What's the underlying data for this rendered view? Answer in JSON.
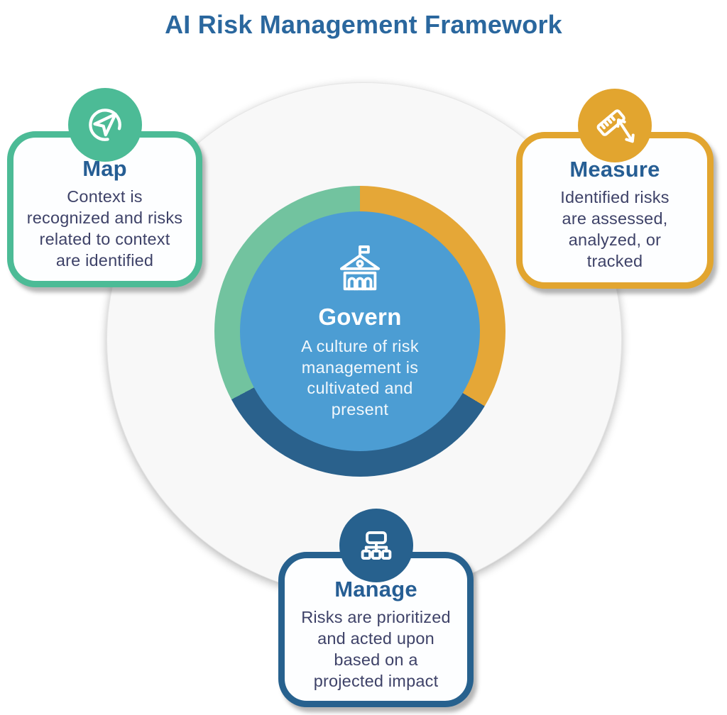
{
  "title": "AI Risk Management Framework",
  "colors": {
    "title_text": "#2A679E",
    "card_heading_text": "#265E94",
    "card_body_text": "#3E4268",
    "background_circle": "#F8F8F8",
    "govern_circle": "#4C9DD3",
    "map_accent": "#4CBB96",
    "measure_accent": "#E2A52F",
    "manage_accent": "#27618E"
  },
  "center": {
    "heading": "Govern",
    "body": "A culture of risk\nmanagement is\ncultivated and\npresent",
    "icon": "government-building-icon"
  },
  "ring": {
    "segments": [
      {
        "label": "measure-segment",
        "color": "#E5A737",
        "start_deg": 0,
        "end_deg": 121
      },
      {
        "label": "manage-segment",
        "color": "#2A618C",
        "start_deg": 121,
        "end_deg": 242
      },
      {
        "label": "map-segment",
        "color": "#72C39F",
        "start_deg": 242,
        "end_deg": 360
      }
    ]
  },
  "cards": [
    {
      "id": "map",
      "heading": "Map",
      "body": "Context is\nrecognized and risks\nrelated to context\nare identified",
      "icon": "navigation-arrow-icon",
      "accent": "#4CBB96"
    },
    {
      "id": "measure",
      "heading": "Measure",
      "body": "Identified risks\nare assessed,\nanalyzed, or\ntracked",
      "icon": "ruler-icon",
      "accent": "#E2A52F"
    },
    {
      "id": "manage",
      "heading": "Manage",
      "body": "Risks are prioritized\nand acted upon\nbased on a\nprojected impact",
      "icon": "flowchart-icon",
      "accent": "#27618E"
    }
  ]
}
